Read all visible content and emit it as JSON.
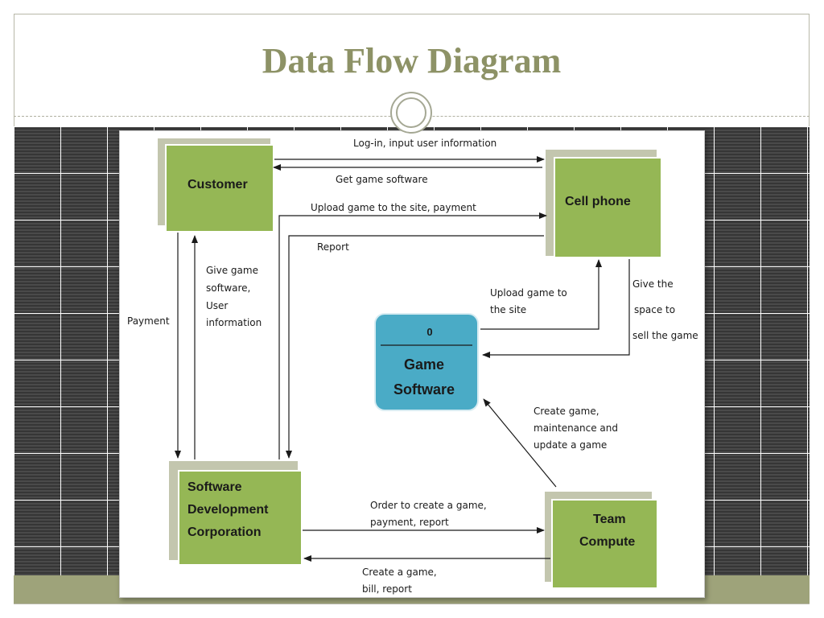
{
  "slide": {
    "title": "Data Flow Diagram"
  },
  "diagram": {
    "entities": {
      "customer": "Customer",
      "cell_phone": "Cell phone",
      "software_dev_corp": [
        "Software",
        "Development",
        "Corporation"
      ],
      "team_compute": [
        "Team",
        "Compute"
      ]
    },
    "process": {
      "number": "0",
      "name": [
        "Game",
        "Software"
      ]
    },
    "flows": {
      "login_input": "Log-in, input user information",
      "get_game_software": "Get game software",
      "upload_payment": "Upload game to the site, payment",
      "report": "Report",
      "give_game_software": [
        "Give game",
        "software,",
        "User",
        "information"
      ],
      "payment": "Payment",
      "upload_to_site": [
        "Upload game to",
        "the site"
      ],
      "give_space": [
        "Give the",
        "space to",
        "sell the game"
      ],
      "create_maintenance": [
        "Create game,",
        "maintenance and",
        "update a game"
      ],
      "order_create": [
        "Order to create a game,",
        "payment, report"
      ],
      "create_bill": [
        "Create a game,",
        "bill, report"
      ]
    }
  }
}
